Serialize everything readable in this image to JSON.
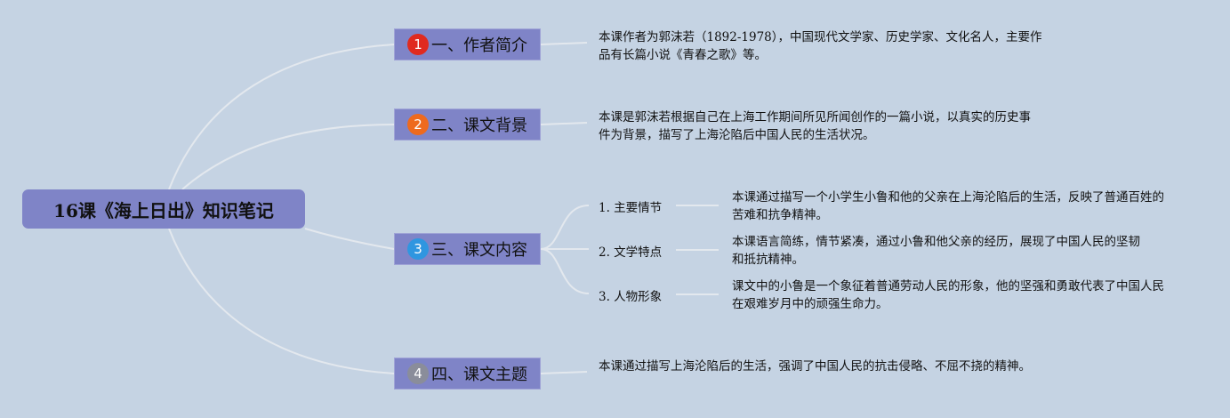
{
  "root": {
    "title": "16课《海上日出》知识笔记"
  },
  "colors": {
    "background": "#c5d3e3",
    "node": "#7f84c7",
    "link": "#e3e8ee"
  },
  "branches": [
    {
      "num": "1",
      "badge_color": "#e02a1f",
      "label": "一、作者简介",
      "desc": "本课作者为郭沫若（1892-1978），中国现代文学家、历史学家、文化名人，主要作品有长篇小说《青春之歌》等。"
    },
    {
      "num": "2",
      "badge_color": "#ee6a1e",
      "label": "二、课文背景",
      "desc": "本课是郭沫若根据自己在上海工作期间所见所闻创作的一篇小说，以真实的历史事件为背景，描写了上海沦陷后中国人民的生活状况。"
    },
    {
      "num": "3",
      "badge_color": "#2f96e0",
      "label": "三、课文内容",
      "children": [
        {
          "label": "1. 主要情节",
          "desc": "本课通过描写一个小学生小鲁和他的父亲在上海沦陷后的生活，反映了普通百姓的苦难和抗争精神。"
        },
        {
          "label": "2. 文学特点",
          "desc": "本课语言简练，情节紧凑，通过小鲁和他父亲的经历，展现了中国人民的坚韧和抵抗精神。"
        },
        {
          "label": "3. 人物形象",
          "desc": "课文中的小鲁是一个象征着普通劳动人民的形象，他的坚强和勇敢代表了中国人民在艰难岁月中的顽强生命力。"
        }
      ]
    },
    {
      "num": "4",
      "badge_color": "#8a8d9a",
      "label": "四、课文主题",
      "desc": "本课通过描写上海沦陷后的生活，强调了中国人民的抗击侵略、不屈不挠的精神。"
    }
  ]
}
